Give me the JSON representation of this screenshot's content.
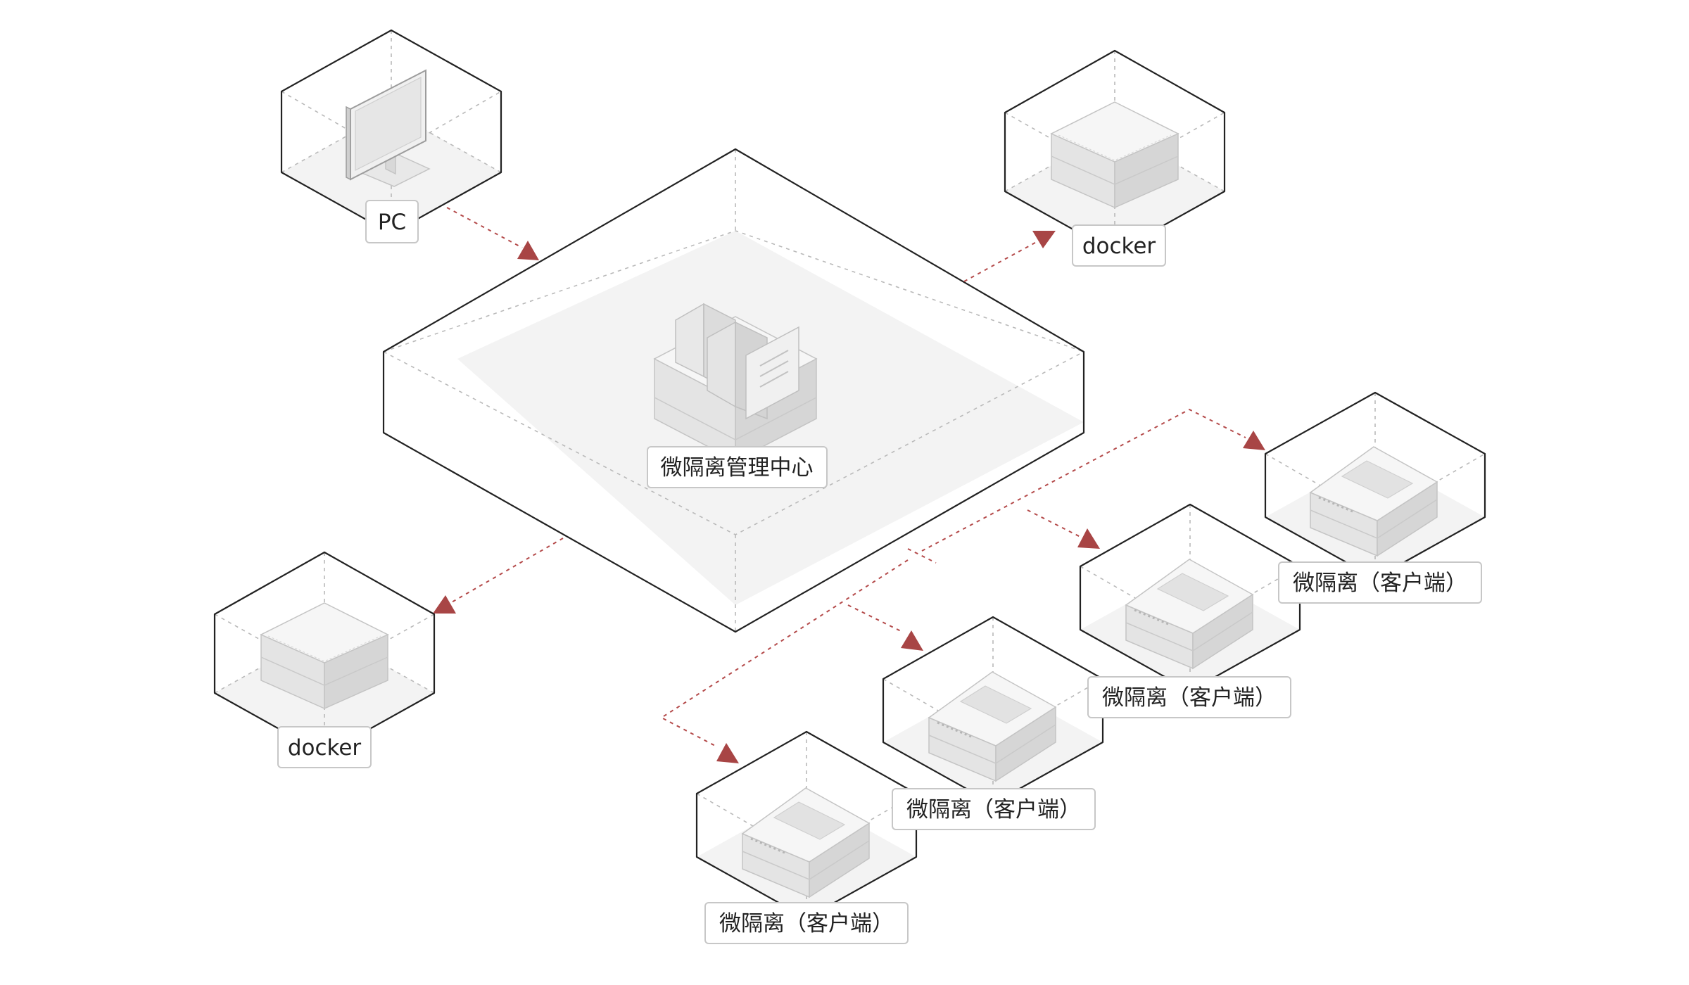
{
  "nodes": {
    "pc": {
      "label": "PC",
      "icon": "monitor-icon"
    },
    "center": {
      "label": "微隔离管理中心",
      "icon": "server-rack-icon"
    },
    "docker_top": {
      "label": "docker",
      "icon": "server-block-icon"
    },
    "docker_left": {
      "label": "docker",
      "icon": "server-block-icon"
    },
    "clients": [
      {
        "label": "微隔离（客户端）",
        "icon": "client-appliance-icon"
      },
      {
        "label": "微隔离（客户端）",
        "icon": "client-appliance-icon"
      },
      {
        "label": "微隔离（客户端）",
        "icon": "client-appliance-icon"
      },
      {
        "label": "微隔离（客户端）",
        "icon": "client-appliance-icon"
      }
    ]
  },
  "colors": {
    "connector": "#b44a4a",
    "arrow": "#a84545",
    "outline": "#222222",
    "floor": "#f3f3f3"
  }
}
